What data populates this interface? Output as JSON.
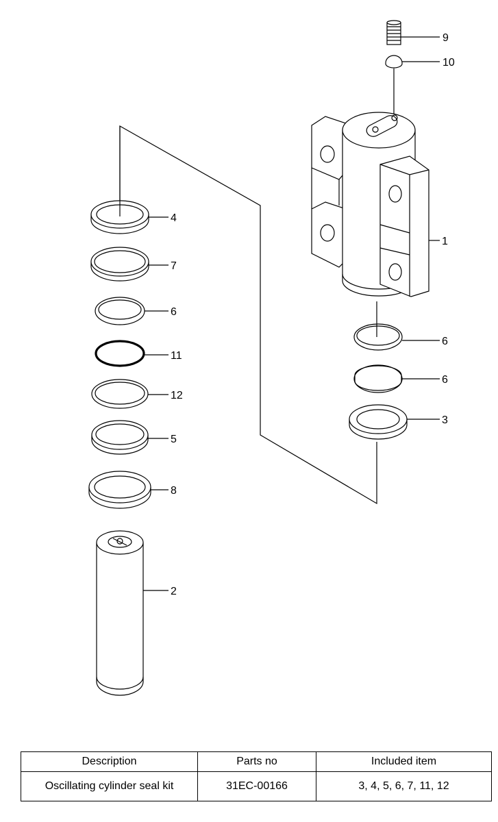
{
  "callouts": {
    "c1": "1",
    "c2": "2",
    "c3": "3",
    "c4": "4",
    "c5": "5",
    "c6a": "6",
    "c6b": "6",
    "c6c": "6",
    "c7": "7",
    "c8": "8",
    "c9": "9",
    "c10": "10",
    "c11": "11",
    "c12": "12"
  },
  "table": {
    "headers": [
      "Description",
      "Parts no",
      "Included item"
    ],
    "rows": [
      [
        "Oscillating cylinder seal kit",
        "31EC-00166",
        "3, 4, 5, 6, 7, 11, 12"
      ]
    ]
  }
}
